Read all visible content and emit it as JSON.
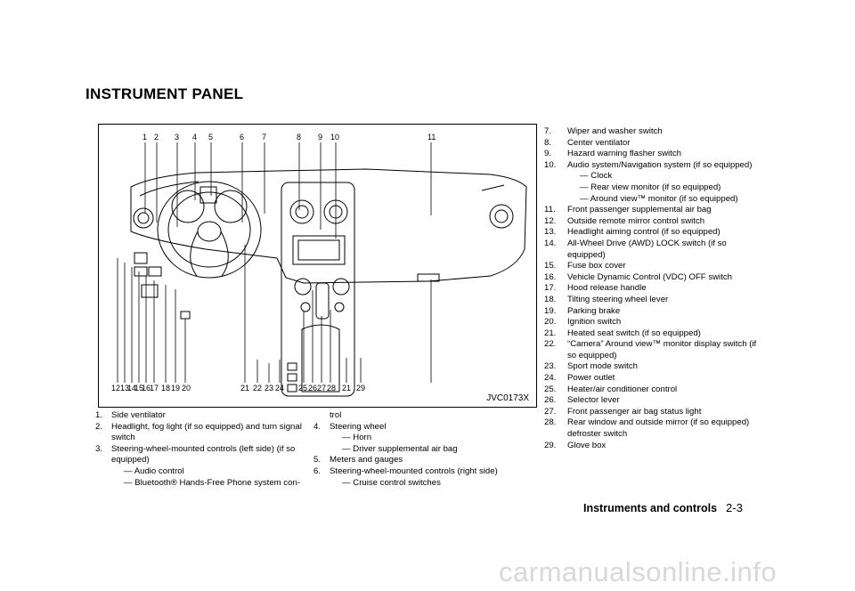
{
  "page": {
    "title": "INSTRUMENT PANEL",
    "figure_code": "JVC0173X",
    "top_labels": [
      "1",
      "2",
      "3",
      "4",
      "5",
      "6",
      "7",
      "8",
      "9",
      "10",
      "11"
    ],
    "bottom_labels": [
      "12",
      "13",
      "14",
      "15",
      "16",
      "17",
      "18",
      "19",
      "20",
      "21",
      "22",
      "23",
      "24",
      "25",
      "26",
      "27",
      "28",
      "21",
      "29"
    ],
    "footer_section": "Instruments and controls",
    "footer_page": "2-3",
    "watermark": "carmanualsonline.info"
  },
  "col1": [
    {
      "n": "1.",
      "t": "Side ventilator"
    },
    {
      "n": "2.",
      "t": "Headlight, fog light (if so equipped) and turn signal switch"
    },
    {
      "n": "3.",
      "t": "Steering-wheel-mounted controls (left side) (if so equipped)"
    },
    {
      "sub": "— Audio control"
    },
    {
      "sub": "— Bluetooth® Hands-Free Phone system con-"
    }
  ],
  "col2": [
    {
      "cont": "trol"
    },
    {
      "n": "4.",
      "t": "Steering wheel"
    },
    {
      "sub": "— Horn"
    },
    {
      "sub": "— Driver supplemental air bag"
    },
    {
      "n": "5.",
      "t": "Meters and gauges"
    },
    {
      "n": "6.",
      "t": "Steering-wheel-mounted controls (right side)"
    },
    {
      "sub": "— Cruise control switches"
    }
  ],
  "col3": [
    {
      "n": "7.",
      "t": "Wiper and washer switch"
    },
    {
      "n": "8.",
      "t": "Center ventilator"
    },
    {
      "n": "9.",
      "t": "Hazard warning flasher switch"
    },
    {
      "n": "10.",
      "t": "Audio system/Navigation system (if so equipped)"
    },
    {
      "sub": "— Clock"
    },
    {
      "sub": "— Rear view monitor (if so equipped)"
    },
    {
      "sub": "— Around view™ monitor (if so equipped)"
    },
    {
      "n": "11.",
      "t": "Front passenger supplemental air bag"
    },
    {
      "n": "12.",
      "t": "Outside remote mirror control switch"
    },
    {
      "n": "13.",
      "t": "Headlight aiming control (if so equipped)"
    },
    {
      "n": "14.",
      "t": "All-Wheel Drive (AWD) LOCK switch (if so equipped)"
    },
    {
      "n": "15.",
      "t": "Fuse box cover"
    },
    {
      "n": "16.",
      "t": "Vehicle Dynamic Control (VDC) OFF switch"
    },
    {
      "n": "17.",
      "t": "Hood release handle"
    },
    {
      "n": "18.",
      "t": "Tilting steering wheel lever"
    },
    {
      "n": "19.",
      "t": "Parking brake"
    },
    {
      "n": "20.",
      "t": "Ignition switch"
    },
    {
      "n": "21.",
      "t": "Heated seat switch (if so equipped)"
    },
    {
      "n": "22.",
      "t": "“Camera” Around view™ monitor display switch (if so equipped)"
    },
    {
      "n": "23.",
      "t": "Sport mode switch"
    },
    {
      "n": "24.",
      "t": "Power outlet"
    },
    {
      "n": "25.",
      "t": "Heater/air conditioner control"
    },
    {
      "n": "26.",
      "t": "Selector lever"
    },
    {
      "n": "27.",
      "t": "Front passenger air bag status light"
    },
    {
      "n": "28.",
      "t": "Rear window and outside mirror (if so equipped) defroster switch"
    },
    {
      "n": "29.",
      "t": "Glove box"
    }
  ]
}
